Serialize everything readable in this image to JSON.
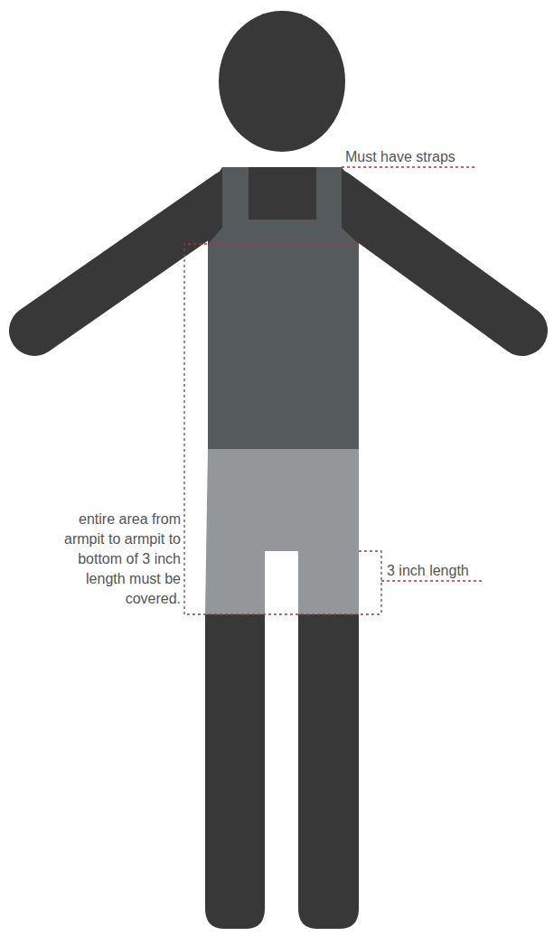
{
  "diagram": {
    "labels": [
      "Must have straps",
      "entire area from armpit to armpit to bottom of 3 inch length must be covered.",
      "3 inch length"
    ]
  }
}
